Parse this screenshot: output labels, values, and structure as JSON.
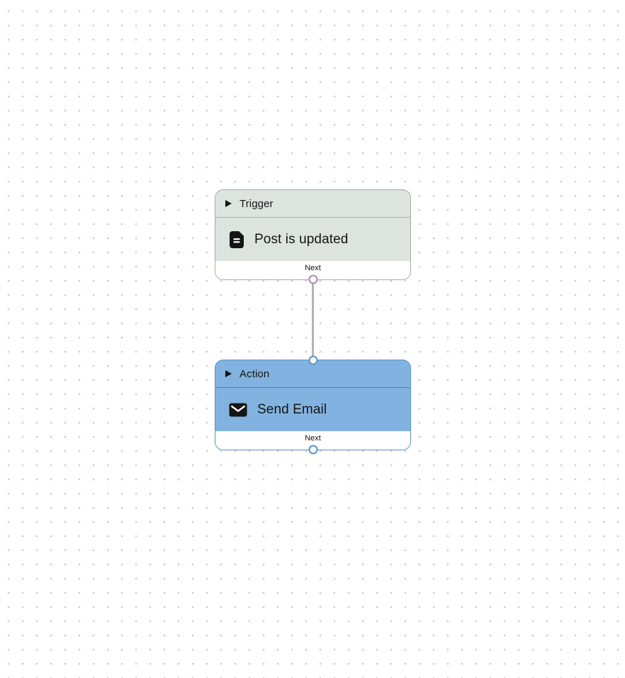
{
  "canvas": {
    "label": "workflow-editor-canvas"
  },
  "colors": {
    "background": "#ffffff",
    "grid_dot": "#c9c9c9",
    "connector_line": "#b5b2b5",
    "trigger_bg": "#dde3dd",
    "trigger_border": "#a6aaa6",
    "trigger_divider": "#afb3af",
    "trigger_port": "#b287b2",
    "action_bg": "#82b3e0",
    "action_border": "#5b91c8",
    "action_divider": "#4f7fae",
    "action_port": "#5b91c8",
    "node_text": "#141414",
    "footer_bg": "#ffffff"
  },
  "nodes": [
    {
      "type_label": "Trigger",
      "title": "Post is updated",
      "footer_label": "Next",
      "icon": "document-icon"
    },
    {
      "type_label": "Action",
      "title": "Send Email",
      "footer_label": "Next",
      "icon": "email-icon"
    }
  ],
  "edge": {
    "from": "Trigger",
    "to": "Action"
  }
}
